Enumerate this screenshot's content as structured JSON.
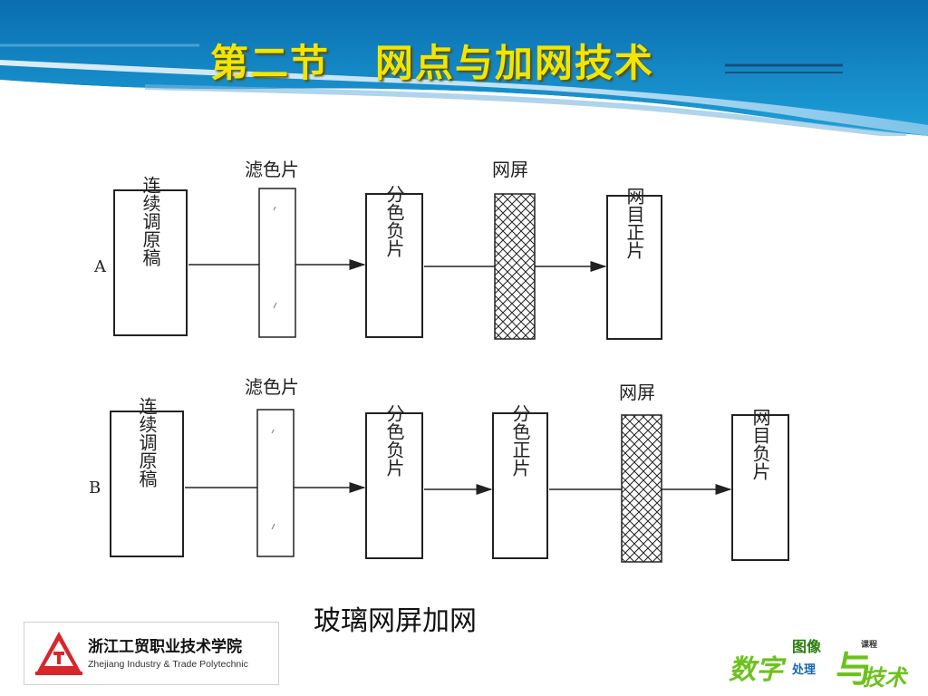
{
  "slide": {
    "title": "第二节   网点与加网技术",
    "caption": "玻璃网屏加网"
  },
  "diagram": {
    "row_a": {
      "label": "A",
      "filter_label": "滤色片",
      "screen_label": "网屏",
      "original": "连续调原稿",
      "negative": "分色负片",
      "result": "网目正片"
    },
    "row_b": {
      "label": "B",
      "filter_label": "滤色片",
      "screen_label": "网屏",
      "original": "连续调原稿",
      "negative": "分色负片",
      "positive": "分色正片",
      "result": "网目负片"
    }
  },
  "logo": {
    "name_cn": "浙江工贸职业技术学院",
    "name_en": "Zhejiang Industry & Trade Polytechnic"
  },
  "brand": {
    "part1": "数字",
    "part2": "图像",
    "part3": "处理",
    "part4": "与",
    "part5": "课程",
    "part6": "技术"
  },
  "colors": {
    "title": "#f2e600",
    "header_blue": "#0f74b4",
    "brand_green": "#6cc21c"
  }
}
